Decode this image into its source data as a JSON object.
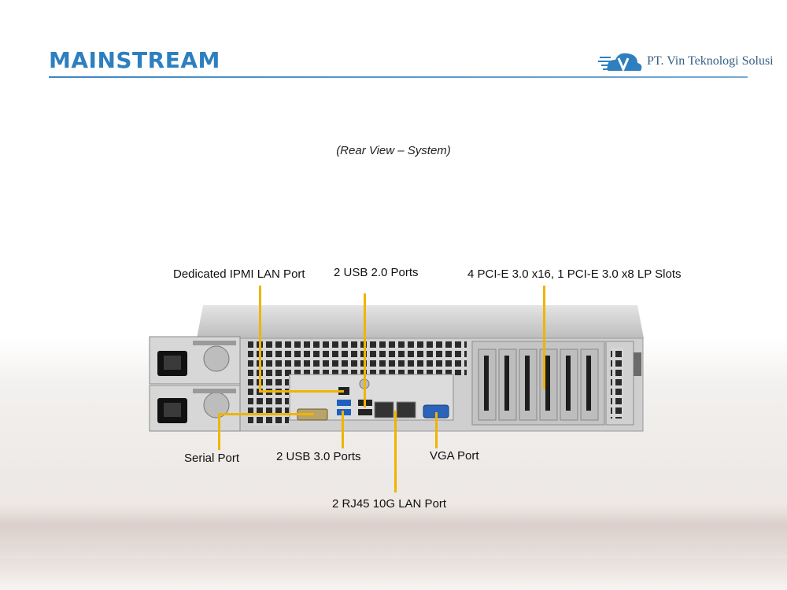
{
  "header": {
    "title": "MAINSTREAM"
  },
  "logo": {
    "text": "PT. Vin Teknologi Solusi",
    "brand_color": "#2d7fbf"
  },
  "caption": "(Rear View – System)",
  "callouts": {
    "ipmi": "Dedicated IPMI  LAN Port",
    "usb2": "2 USB 2.0 Ports",
    "pcie": "4 PCI-E 3.0 x16, 1 PCI-E 3.0 x8 LP Slots",
    "serial": "Serial Port",
    "usb3": "2 USB 3.0 Ports",
    "vga": "VGA Port",
    "lan": "2 RJ45 10G LAN Port"
  },
  "colors": {
    "callout_line": "#f0b400",
    "chassis": "#c9c9c9"
  }
}
